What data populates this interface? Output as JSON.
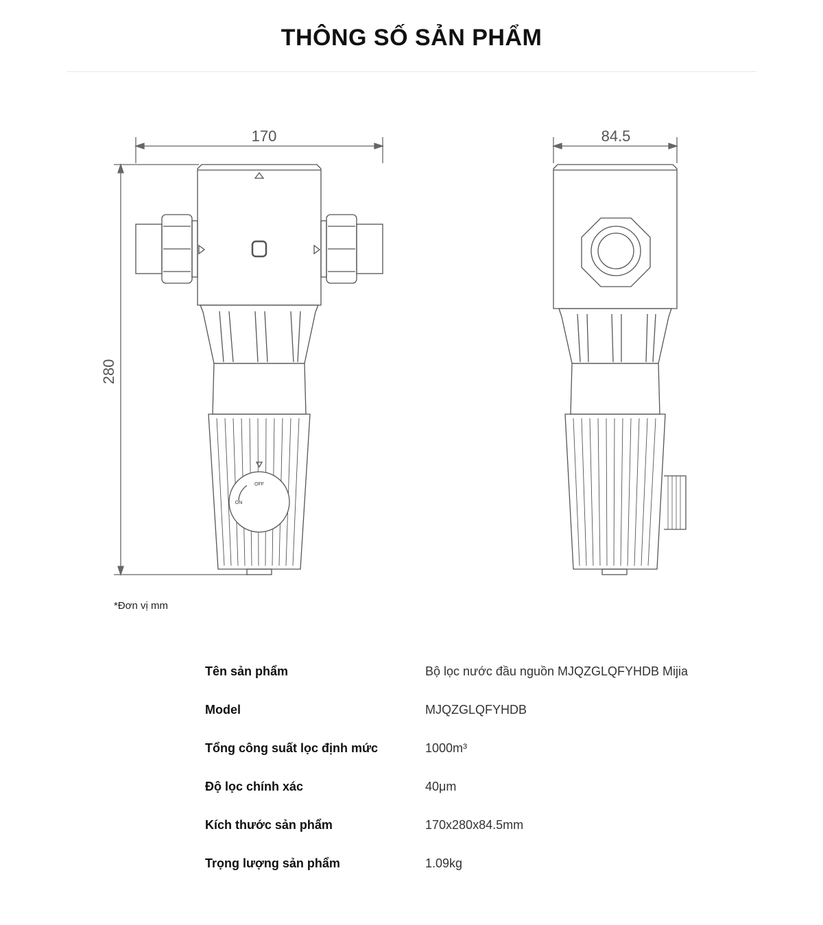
{
  "page": {
    "title": "THÔNG SỐ SẢN PHẨM"
  },
  "diagram": {
    "front_width_label": "170",
    "height_label": "280",
    "side_width_label": "84.5",
    "knob_off_label": "OFF",
    "knob_on_label": "ON",
    "unit_note": "*Đơn vị mm",
    "line_color": "#555555",
    "dimension_color": "#666666"
  },
  "specs": {
    "rows": [
      {
        "label": "Tên sản phẩm",
        "value": "Bộ lọc nước đầu nguồn MJQZGLQFYHDB Mijia"
      },
      {
        "label": "Model",
        "value": "MJQZGLQFYHDB"
      },
      {
        "label": "Tổng công suất lọc định mức",
        "value": "1000m³"
      },
      {
        "label": "Độ lọc chính xác",
        "value": "40μm"
      },
      {
        "label": "Kích thước sản phẩm",
        "value": "170x280x84.5mm"
      },
      {
        "label": "Trọng lượng sản phẩm",
        "value": "1.09kg"
      }
    ]
  }
}
